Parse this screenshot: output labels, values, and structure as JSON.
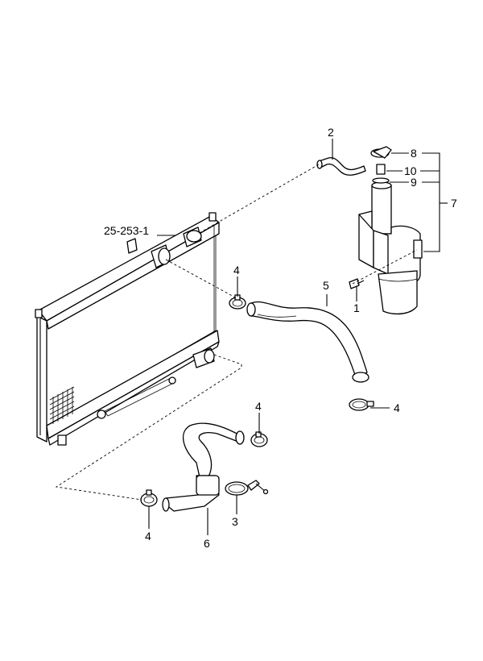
{
  "labels": {
    "hose_overflow": "2",
    "cap": "8",
    "cap_seal": "10",
    "filler_neck_seal": "9",
    "reservoir_assembly": "7",
    "ref_radiator": "25-253-1",
    "clamp_upper_left": "4",
    "upper_hose": "5",
    "bolt": "1",
    "clamp_upper_right": "4",
    "clamp_lower_mid": "4",
    "clamp_band": "3",
    "clamp_lower_left": "4",
    "lower_hose": "6"
  }
}
